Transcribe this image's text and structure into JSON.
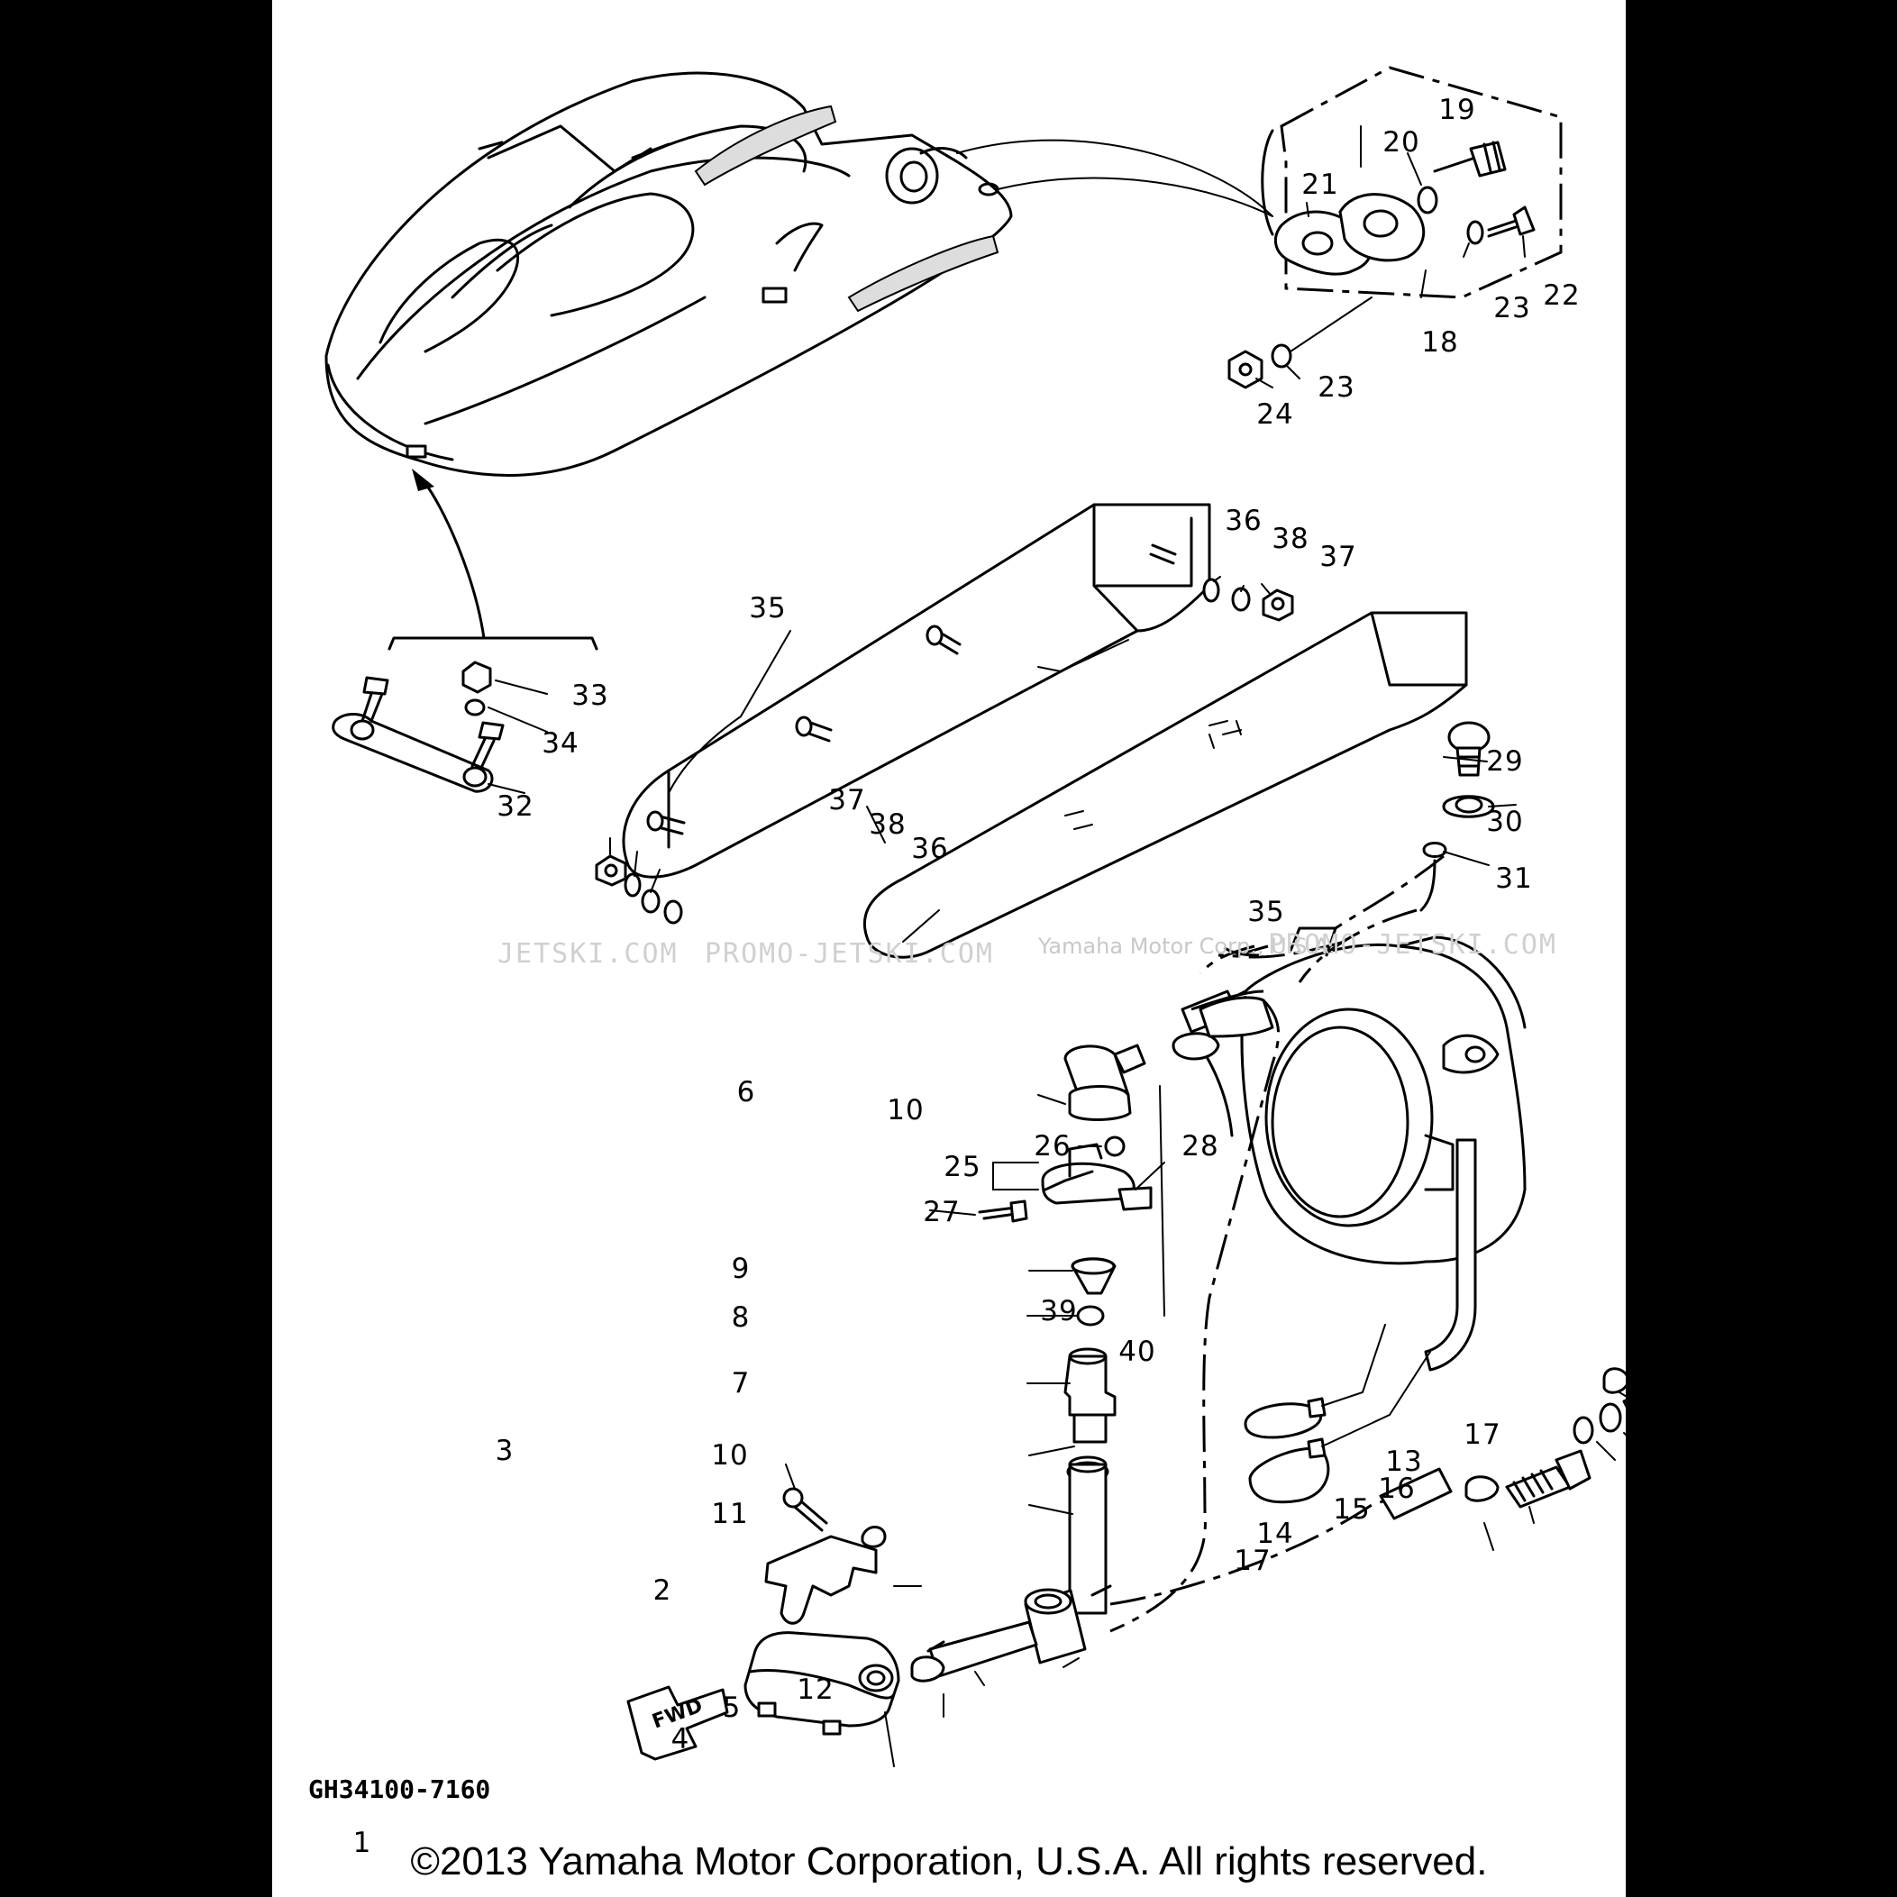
{
  "diagram": {
    "part_number": "GH34100-7160",
    "direction_label": "FWD",
    "copyright": "©2013 Yamaha Motor Corporation, U.S.A. All rights reserved.",
    "watermarks": [
      "JETSKI.COM",
      "PROMO-JETSKI.COM",
      "Yamaha Motor Corp., U.S.A.",
      "PROMO-JETSKI.COM"
    ],
    "callouts": [
      "1",
      "2",
      "3",
      "4",
      "5",
      "6",
      "7",
      "8",
      "9",
      "10",
      "10",
      "11",
      "12",
      "13",
      "14",
      "15",
      "16",
      "17",
      "17",
      "18",
      "19",
      "20",
      "21",
      "22",
      "23",
      "23",
      "24",
      "25",
      "26",
      "27",
      "28",
      "29",
      "30",
      "31",
      "32",
      "33",
      "34",
      "35",
      "35",
      "36",
      "36",
      "37",
      "37",
      "38",
      "38",
      "39",
      "40"
    ]
  }
}
